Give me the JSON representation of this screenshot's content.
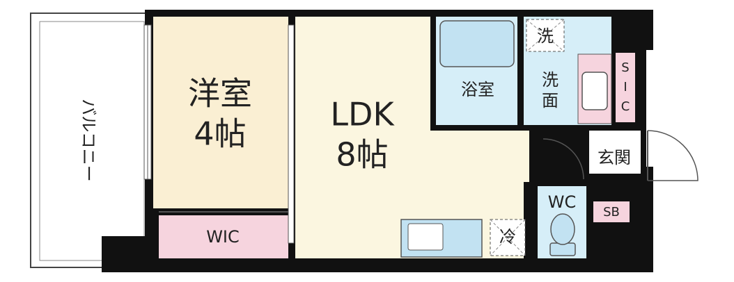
{
  "rooms": {
    "balcony": "バルコニー",
    "western_room": {
      "name": "洋室",
      "size": "4帖"
    },
    "ldk": {
      "name": "LDK",
      "size": "8帖"
    },
    "walk_in_closet": "WIC",
    "bathroom": "浴室",
    "washroom": {
      "line1": "洗",
      "line2": "面"
    },
    "washing_machine_space": "洗",
    "shoe_closet": {
      "line1": "S",
      "line2": "I",
      "line3": "C"
    },
    "entrance": "玄関",
    "toilet": "WC",
    "shoe_box": "SB",
    "refrigerator_space": "冷"
  },
  "colors": {
    "wall": "#111111",
    "bedroom_floor": "#faefd3",
    "ldk_floor": "#fbf6e0",
    "wet_area": "#d6eef8",
    "closet": "#f6d4de",
    "fixture": "#c2e2f2"
  }
}
